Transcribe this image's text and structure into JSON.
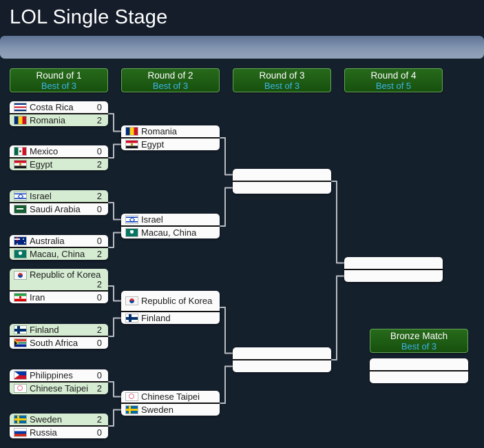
{
  "header": {
    "title": "LOL Single Stage"
  },
  "rounds": [
    {
      "label": "Round of 1",
      "sub": "Best of 3"
    },
    {
      "label": "Round of 2",
      "sub": "Best of 3"
    },
    {
      "label": "Round of 3",
      "sub": "Best of 3"
    },
    {
      "label": "Round of 4",
      "sub": "Best of 5"
    }
  ],
  "bronze_header": {
    "label": "Bronze Match",
    "sub": "Best of 3"
  },
  "bracket": {
    "round1": [
      {
        "top": {
          "name": "Costa Rica",
          "score": "0",
          "flag": "costa-rica",
          "winner": false
        },
        "bottom": {
          "name": "Romania",
          "score": "2",
          "flag": "romania",
          "winner": true
        }
      },
      {
        "top": {
          "name": "Mexico",
          "score": "0",
          "flag": "mexico",
          "winner": false
        },
        "bottom": {
          "name": "Egypt",
          "score": "2",
          "flag": "egypt",
          "winner": true
        }
      },
      {
        "top": {
          "name": "Israel",
          "score": "2",
          "flag": "israel",
          "winner": true
        },
        "bottom": {
          "name": "Saudi Arabia",
          "score": "0",
          "flag": "saudi-arabia",
          "winner": false
        }
      },
      {
        "top": {
          "name": "Australia",
          "score": "0",
          "flag": "australia",
          "winner": false
        },
        "bottom": {
          "name": "Macau, China",
          "score": "2",
          "flag": "macau",
          "winner": true
        }
      },
      {
        "top": {
          "name": "Republic of Korea",
          "score": "2",
          "flag": "south-korea",
          "winner": true
        },
        "bottom": {
          "name": "Iran",
          "score": "0",
          "flag": "iran",
          "winner": false
        }
      },
      {
        "top": {
          "name": "Finland",
          "score": "2",
          "flag": "finland",
          "winner": true
        },
        "bottom": {
          "name": "South Africa",
          "score": "0",
          "flag": "south-africa",
          "winner": false
        }
      },
      {
        "top": {
          "name": "Philippines",
          "score": "0",
          "flag": "philippines",
          "winner": false
        },
        "bottom": {
          "name": "Chinese Taipei",
          "score": "2",
          "flag": "chinese-taipei",
          "winner": true
        }
      },
      {
        "top": {
          "name": "Sweden",
          "score": "2",
          "flag": "sweden",
          "winner": true
        },
        "bottom": {
          "name": "Russia",
          "score": "0",
          "flag": "russia",
          "winner": false
        }
      }
    ],
    "round2": [
      {
        "top": {
          "name": "Romania",
          "flag": "romania"
        },
        "bottom": {
          "name": "Egypt",
          "flag": "egypt"
        }
      },
      {
        "top": {
          "name": "Israel",
          "flag": "israel"
        },
        "bottom": {
          "name": "Macau, China",
          "flag": "macau"
        }
      },
      {
        "top": {
          "name": "Republic of Korea",
          "flag": "south-korea"
        },
        "bottom": {
          "name": "Finland",
          "flag": "finland"
        }
      },
      {
        "top": {
          "name": "Chinese Taipei",
          "flag": "chinese-taipei"
        },
        "bottom": {
          "name": "Sweden",
          "flag": "sweden"
        }
      }
    ]
  },
  "colors": {
    "page_background": "#15202d",
    "divider_gradient_top": "#5e7295",
    "divider_gradient_bottom": "#93a3ba",
    "round_header_green": "#1d5a11",
    "round_header_border": "#63a557",
    "best_of_blue": "#3cb4e8",
    "winner_row_green": "#d5ecd2",
    "connector_gray": "#b9bdc3"
  }
}
